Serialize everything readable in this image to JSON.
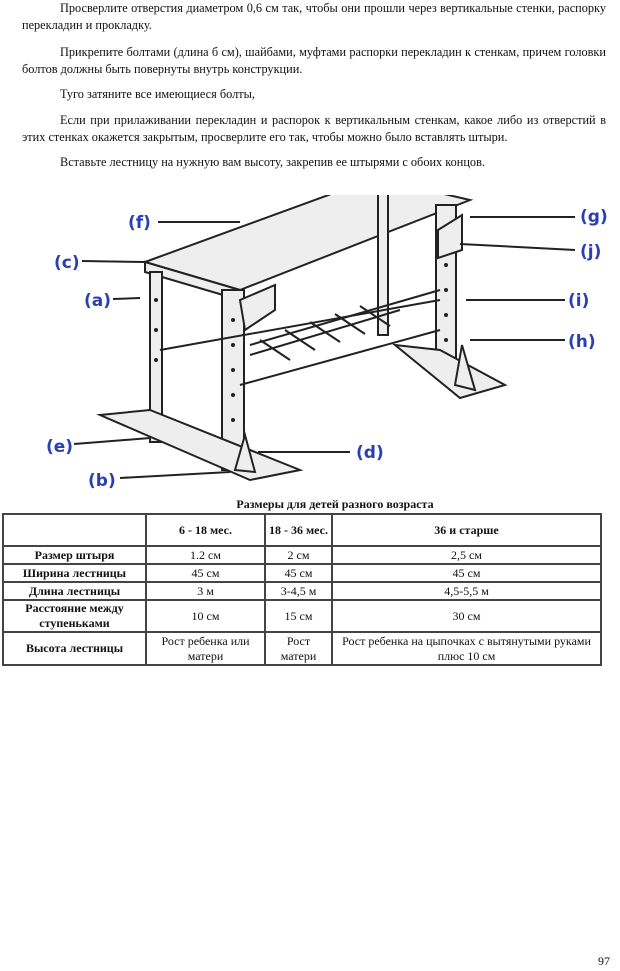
{
  "paragraphs": [
    "Просверлите отверстия диаметром 0,6 см так, чтобы они прошли через вертикальные стенки, распорку перекладин и прокладку.",
    "Прикрепите болтами (длина б см), шайбами, муфтами распорки перекладин к стенкам, причем головки болтов должны быть повернуты внутрь конструкции.",
    "Туго затяните все имеющиеся болты,",
    "Если при прилаживании перекладин и распорок к вертикальным стенкам, какое либо из отверстий в этих стенках окажется закрытым, просверлите его так, чтобы можно было вставлять штыри.",
    "Вставьте лестницу на нужную вам высоту, закрепив ее штырями с обоих концов."
  ],
  "diagram_labels": {
    "f": "(f)",
    "c": "(c)",
    "a": "(a)",
    "e": "(e)",
    "b": "(b)",
    "d": "(d)",
    "g": "(g)",
    "j": "(j)",
    "i": "(i)",
    "h": "(h)"
  },
  "table": {
    "caption": "Размеры для детей разного возраста",
    "headers": [
      "",
      "6 - 18 мес.",
      "18 - 36 мес.",
      "36 и старше"
    ],
    "rows": [
      [
        "Размер штыря",
        "1.2 см",
        "2 см",
        "2,5 см"
      ],
      [
        "Ширина лестницы",
        "45 см",
        "45 см",
        "45 см"
      ],
      [
        "Длина лестницы",
        "3 м",
        "3-4,5 м",
        "4,5-5,5 м"
      ],
      [
        "Расстояние между ступеньками",
        "10 см",
        "15 см",
        "30 см"
      ],
      [
        "Высота лестницы",
        "Рост ребенка или матери",
        "Рост матери",
        "Рост ребенка на цыпочках с вытянутыми руками плюс 10 см"
      ]
    ]
  },
  "page_number": "97",
  "colors": {
    "label": "#2a3fb0"
  }
}
